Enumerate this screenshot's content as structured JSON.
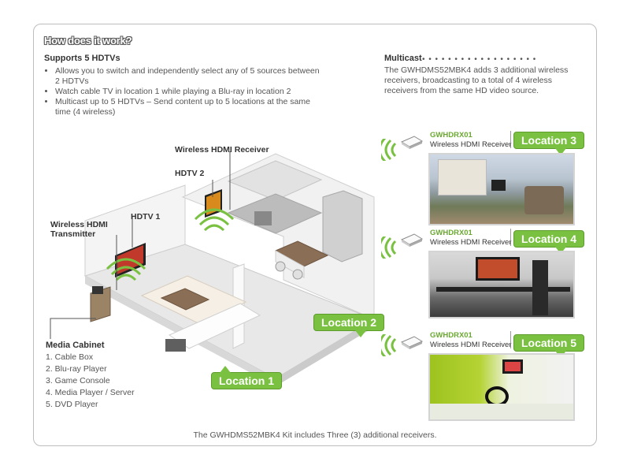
{
  "heading": "How does it work?",
  "supports": {
    "title": "Supports 5 HDTVs",
    "bullets": [
      "Allows you to switch and independently select any of 5 sources between 2 HDTVs",
      "Watch cable TV in location 1 while playing a Blu-ray in location 2",
      "Multicast up to 5 HDTVs – Send content up to 5 locations at the same time (4 wireless)"
    ]
  },
  "multicast": {
    "title": "Multicast",
    "text": "The GWHDMS52MBK4 adds 3 additional wireless receivers, broadcasting to a total of 4 wireless receivers from the same HD video source."
  },
  "diagram": {
    "wireless_receiver_label": "Wireless HDMI Receiver",
    "hdtv2_label": "HDTV 2",
    "hdtv1_label": "HDTV 1",
    "transmitter_label_line1": "Wireless HDMI",
    "transmitter_label_line2": "Transmitter",
    "location1": "Location 1",
    "location2": "Location 2"
  },
  "media_cabinet": {
    "title": "Media Cabinet",
    "items": [
      "1. Cable Box",
      "2. Blu-ray Player",
      "3. Game Console",
      "4. Media Player / Server",
      "5. DVD Player"
    ]
  },
  "receivers": [
    {
      "model": "GWHDRX01",
      "desc": "Wireless HDMI Receiver",
      "location": "Location 3"
    },
    {
      "model": "GWHDRX01",
      "desc": "Wireless HDMI Receiver",
      "location": "Location 4"
    },
    {
      "model": "GWHDRX01",
      "desc": "Wireless HDMI Receiver",
      "location": "Location 5"
    }
  ],
  "footer": "The GWHDMS52MBK4 Kit includes Three (3) additional receivers.",
  "colors": {
    "accent_green": "#7ac142",
    "model_green": "#6aa832"
  }
}
